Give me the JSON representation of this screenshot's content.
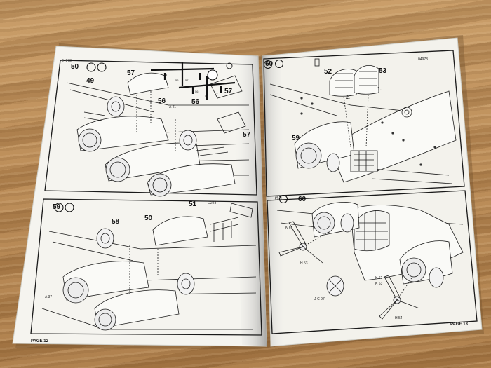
{
  "scene": {
    "subject": "open model aircraft assembly instruction booklet on a wooden table",
    "colors": {
      "wood": "#b98a55",
      "paper": "#f4f3ee",
      "ink": "#1a1a1a"
    }
  },
  "left_page": {
    "code_top": "04973",
    "page_label": "PAGE 12",
    "step_top": "50",
    "step_bottom": "59",
    "labels": {
      "n57a": "57",
      "n49": "49",
      "n56a": "56",
      "n56b": "56",
      "n57b": "57",
      "n57c": "57",
      "n58": "58",
      "n50": "50",
      "n51": "51",
      "partA41": "A 41",
      "partA37": "A 37",
      "partG248": "G248"
    },
    "inset_labels": [
      "57",
      "56",
      "57",
      "56",
      "57",
      "57"
    ]
  },
  "right_page": {
    "code_top": "04973",
    "page_label": "PAGE 13",
    "step_top": "60",
    "step_bottom": "61",
    "labels": {
      "n52": "52",
      "n53": "53",
      "n59": "59",
      "n60": "60",
      "c1": "1.",
      "c2": "2.",
      "partH53": "H 53",
      "partK62": "K 62",
      "partK63": "K 63",
      "partK61": "K 61",
      "partJC97": "J-C 97",
      "partH54": "H 54"
    }
  }
}
